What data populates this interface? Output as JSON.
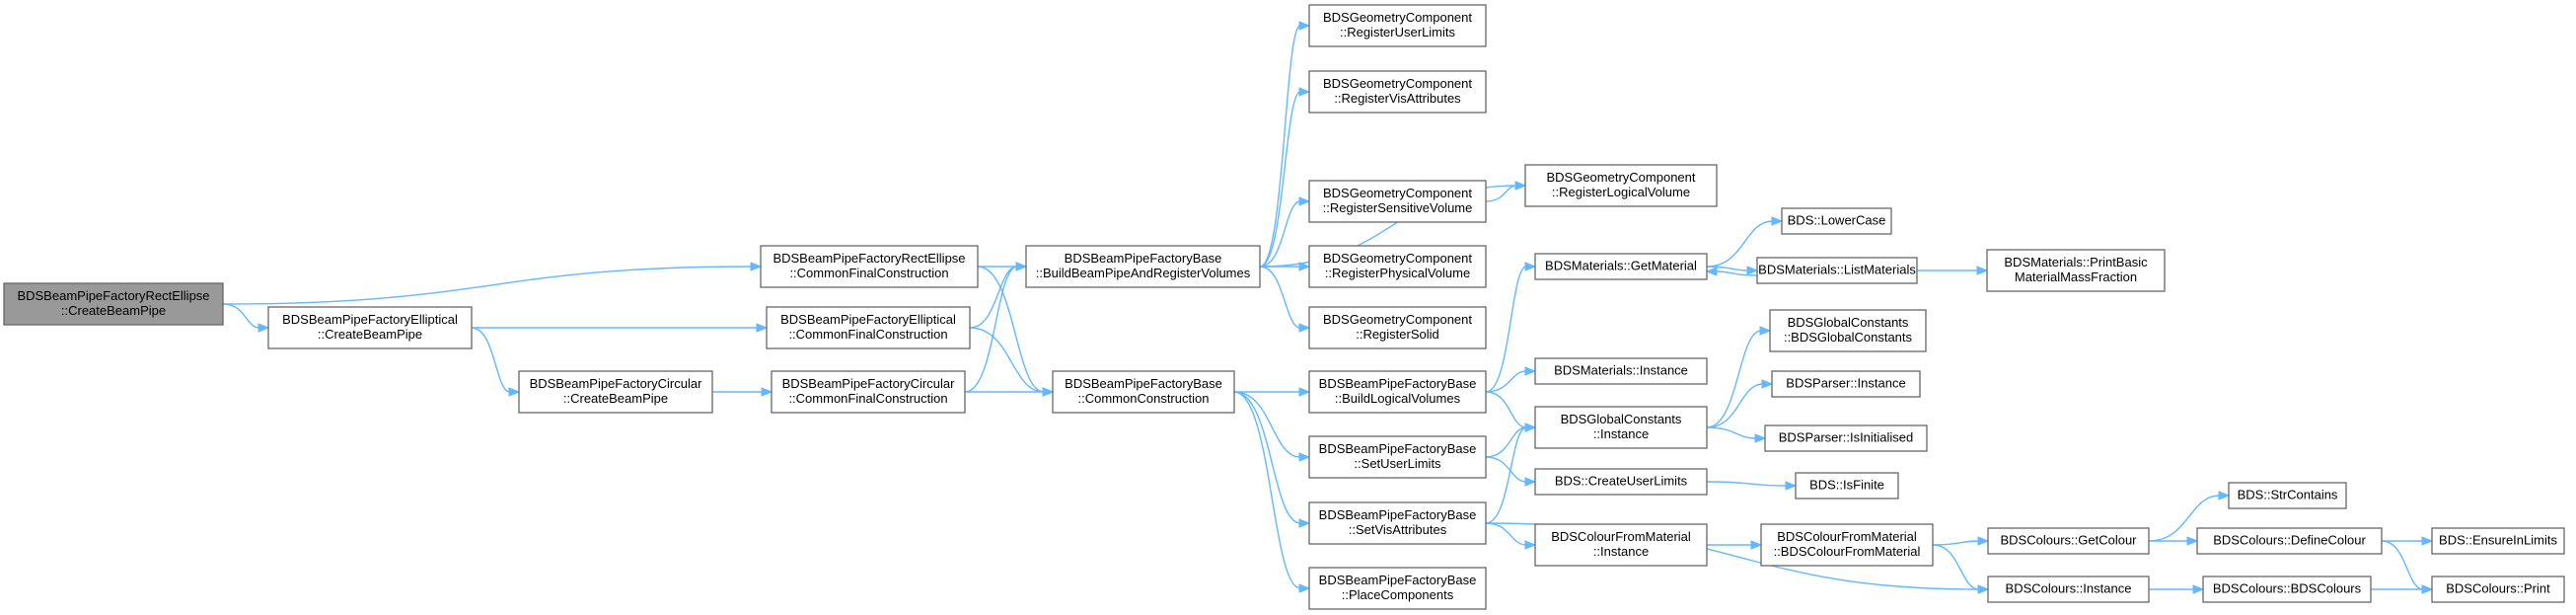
{
  "graph": {
    "nodes": [
      {
        "id": "n1",
        "lines": [
          "BDSBeamPipeFactoryRectEllipse",
          "::CreateBeamPipe"
        ],
        "root": true
      },
      {
        "id": "n2",
        "lines": [
          "BDSBeamPipeFactoryElliptical",
          "::CreateBeamPipe"
        ]
      },
      {
        "id": "n3",
        "lines": [
          "BDSBeamPipeFactoryCircular",
          "::CreateBeamPipe"
        ]
      },
      {
        "id": "n4",
        "lines": [
          "BDSBeamPipeFactoryRectEllipse",
          "::CommonFinalConstruction"
        ]
      },
      {
        "id": "n5",
        "lines": [
          "BDSBeamPipeFactoryElliptical",
          "::CommonFinalConstruction"
        ]
      },
      {
        "id": "n6",
        "lines": [
          "BDSBeamPipeFactoryCircular",
          "::CommonFinalConstruction"
        ]
      },
      {
        "id": "n7",
        "lines": [
          "BDSBeamPipeFactoryBase",
          "::BuildBeamPipeAndRegisterVolumes"
        ]
      },
      {
        "id": "n8",
        "lines": [
          "BDSBeamPipeFactoryBase",
          "::CommonConstruction"
        ]
      },
      {
        "id": "n9",
        "lines": [
          "BDSGeometryComponent",
          "::RegisterUserLimits"
        ]
      },
      {
        "id": "n10",
        "lines": [
          "BDSGeometryComponent",
          "::RegisterVisAttributes"
        ]
      },
      {
        "id": "n11",
        "lines": [
          "BDSGeometryComponent",
          "::RegisterSensitiveVolume"
        ]
      },
      {
        "id": "n12",
        "lines": [
          "BDSGeometryComponent",
          "::RegisterPhysicalVolume"
        ]
      },
      {
        "id": "n13",
        "lines": [
          "BDSGeometryComponent",
          "::RegisterSolid"
        ]
      },
      {
        "id": "n14",
        "lines": [
          "BDSBeamPipeFactoryBase",
          "::BuildLogicalVolumes"
        ]
      },
      {
        "id": "n15",
        "lines": [
          "BDSBeamPipeFactoryBase",
          "::SetUserLimits"
        ]
      },
      {
        "id": "n16",
        "lines": [
          "BDSBeamPipeFactoryBase",
          "::SetVisAttributes"
        ]
      },
      {
        "id": "n17",
        "lines": [
          "BDSBeamPipeFactoryBase",
          "::PlaceComponents"
        ]
      },
      {
        "id": "n18",
        "lines": [
          "BDSGeometryComponent",
          "::RegisterLogicalVolume"
        ]
      },
      {
        "id": "n19",
        "lines": [
          "BDSMaterials::GetMaterial"
        ]
      },
      {
        "id": "n20",
        "lines": [
          "BDSMaterials::Instance"
        ]
      },
      {
        "id": "n21",
        "lines": [
          "BDSGlobalConstants",
          "::Instance"
        ]
      },
      {
        "id": "n22",
        "lines": [
          "BDS::CreateUserLimits"
        ]
      },
      {
        "id": "n23",
        "lines": [
          "BDSColourFromMaterial",
          "::Instance"
        ]
      },
      {
        "id": "n24",
        "lines": [
          "BDS::LowerCase"
        ]
      },
      {
        "id": "n25",
        "lines": [
          "BDSMaterials::ListMaterials"
        ]
      },
      {
        "id": "n26",
        "lines": [
          "BDSMaterials::PrintBasic",
          "MaterialMassFraction"
        ]
      },
      {
        "id": "n27",
        "lines": [
          "BDSGlobalConstants",
          "::BDSGlobalConstants"
        ]
      },
      {
        "id": "n28",
        "lines": [
          "BDSParser::Instance"
        ]
      },
      {
        "id": "n29",
        "lines": [
          "BDSParser::IsInitialised"
        ]
      },
      {
        "id": "n30",
        "lines": [
          "BDS::IsFinite"
        ]
      },
      {
        "id": "n31",
        "lines": [
          "BDSColourFromMaterial",
          "::BDSColourFromMaterial"
        ]
      },
      {
        "id": "n32",
        "lines": [
          "BDSColours::GetColour"
        ]
      },
      {
        "id": "n33",
        "lines": [
          "BDSColours::Instance"
        ]
      },
      {
        "id": "n34",
        "lines": [
          "BDS::StrContains"
        ]
      },
      {
        "id": "n35",
        "lines": [
          "BDSColours::DefineColour"
        ]
      },
      {
        "id": "n36",
        "lines": [
          "BDSColours::BDSColours"
        ]
      },
      {
        "id": "n37",
        "lines": [
          "BDS::EnsureInLimits"
        ]
      },
      {
        "id": "n38",
        "lines": [
          "BDSColours::Print"
        ]
      }
    ],
    "edges": [
      [
        "n1",
        "n2"
      ],
      [
        "n1",
        "n4"
      ],
      [
        "n2",
        "n3"
      ],
      [
        "n2",
        "n5"
      ],
      [
        "n3",
        "n6"
      ],
      [
        "n4",
        "n7"
      ],
      [
        "n4",
        "n8"
      ],
      [
        "n5",
        "n7"
      ],
      [
        "n5",
        "n8"
      ],
      [
        "n6",
        "n7"
      ],
      [
        "n6",
        "n8"
      ],
      [
        "n7",
        "n9"
      ],
      [
        "n7",
        "n10"
      ],
      [
        "n7",
        "n18"
      ],
      [
        "n7",
        "n11"
      ],
      [
        "n7",
        "n12"
      ],
      [
        "n7",
        "n13"
      ],
      [
        "n11",
        "n18"
      ],
      [
        "n8",
        "n14"
      ],
      [
        "n8",
        "n15"
      ],
      [
        "n8",
        "n16"
      ],
      [
        "n8",
        "n17"
      ],
      [
        "n14",
        "n19"
      ],
      [
        "n14",
        "n20"
      ],
      [
        "n14",
        "n21"
      ],
      [
        "n15",
        "n21"
      ],
      [
        "n15",
        "n22"
      ],
      [
        "n16",
        "n21"
      ],
      [
        "n16",
        "n23"
      ],
      [
        "n16",
        "n33"
      ],
      [
        "n19",
        "n24"
      ],
      [
        "n19",
        "n25"
      ],
      [
        "n25",
        "n19"
      ],
      [
        "n25",
        "n26"
      ],
      [
        "n21",
        "n27"
      ],
      [
        "n21",
        "n28"
      ],
      [
        "n21",
        "n29"
      ],
      [
        "n22",
        "n30"
      ],
      [
        "n23",
        "n31"
      ],
      [
        "n31",
        "n32"
      ],
      [
        "n31",
        "n33"
      ],
      [
        "n32",
        "n34"
      ],
      [
        "n32",
        "n35"
      ],
      [
        "n33",
        "n36"
      ],
      [
        "n35",
        "n37"
      ],
      [
        "n35",
        "n38"
      ],
      [
        "n36",
        "n38"
      ]
    ]
  }
}
